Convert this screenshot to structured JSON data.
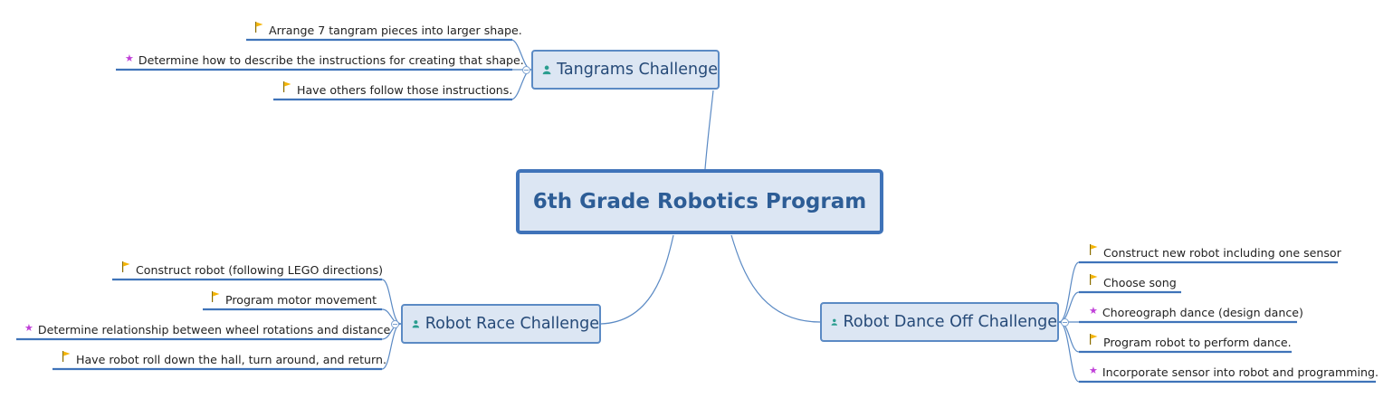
{
  "central_topic": "6th Grade Robotics Program",
  "colors": {
    "central_border": "#3f73b9",
    "node_fill": "#dce6f3",
    "connector": "#5b8ac4",
    "flag": "#f5b400",
    "star": "#c040d8",
    "person": "#2a9d8f"
  },
  "branches": [
    {
      "title": "Tangrams Challenge",
      "icon": "person-icon",
      "items": [
        {
          "text": "Arrange 7 tangram pieces into larger shape.",
          "marker": "flag-icon"
        },
        {
          "text": "Determine how to describe the instructions for creating that shape.",
          "marker": "star-icon"
        },
        {
          "text": "Have others follow those instructions.",
          "marker": "flag-icon"
        }
      ]
    },
    {
      "title": "Robot Race Challenge",
      "icon": "person-icon",
      "items": [
        {
          "text": "Construct robot (following LEGO directions)",
          "marker": "flag-icon"
        },
        {
          "text": "Program motor movement",
          "marker": "flag-icon"
        },
        {
          "text": "Determine relationship between wheel rotations and distance",
          "marker": "star-icon"
        },
        {
          "text": "Have robot roll down the hall, turn around, and return.",
          "marker": "flag-icon"
        }
      ]
    },
    {
      "title": "Robot Dance Off Challenge",
      "icon": "person-icon",
      "items": [
        {
          "text": "Construct new robot including one sensor",
          "marker": "flag-icon"
        },
        {
          "text": "Choose song",
          "marker": "flag-icon"
        },
        {
          "text": "Choreograph dance (design dance)",
          "marker": "star-icon"
        },
        {
          "text": "Program robot to perform dance.",
          "marker": "flag-icon"
        },
        {
          "text": "Incorporate sensor into robot and programming.",
          "marker": "star-icon"
        }
      ]
    }
  ]
}
